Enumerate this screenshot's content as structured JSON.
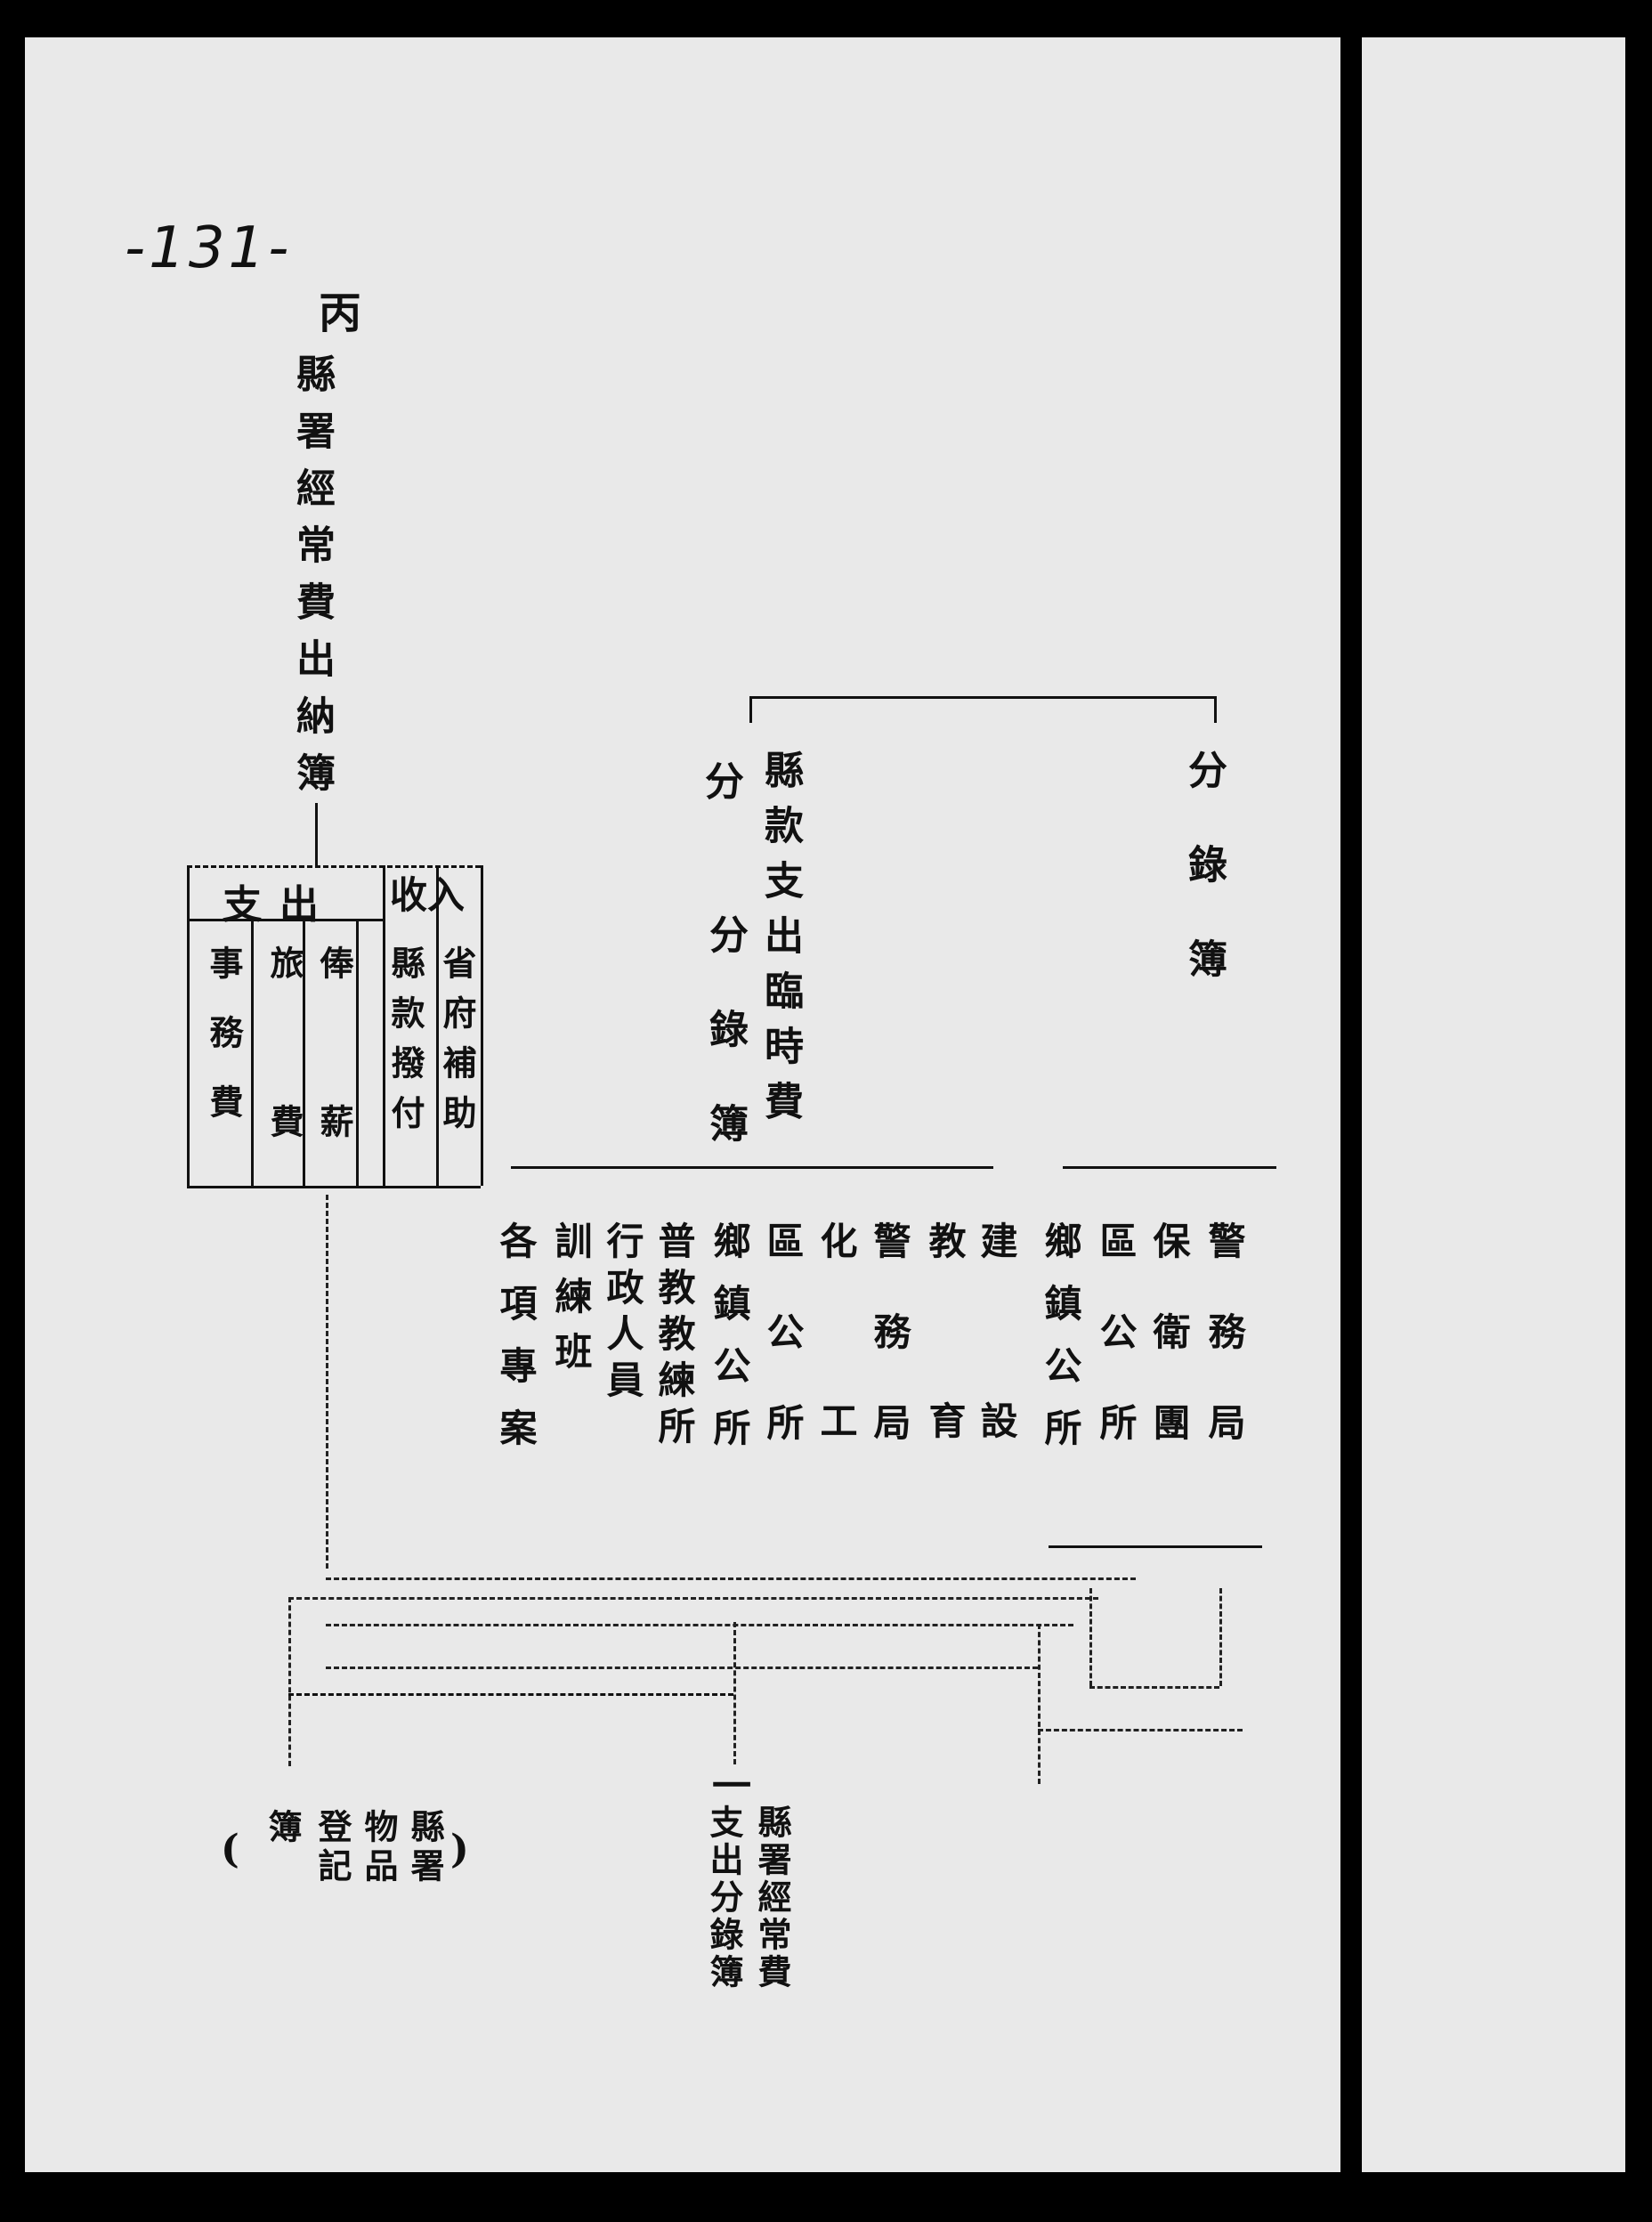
{
  "page_number": "-131-",
  "section_mark": "丙",
  "title": "縣署經常費出納簿",
  "ledger_box": {
    "header_income": "收入",
    "header_expense": "支出",
    "columns": [
      "省府補助",
      "縣款撥付",
      "俸薪",
      "旅費",
      "事務費"
    ]
  },
  "right_top": {
    "left_branch": {
      "label": "縣款支出臨時費",
      "sub": "分錄簿",
      "prefix": "分"
    },
    "right_branch": {
      "label": "分錄簿"
    }
  },
  "items_left": [
    "建設",
    "教育",
    "警務局",
    "化工",
    "區公所",
    "鄉鎮公所",
    "普教教練所",
    "行政人員",
    "訓練班",
    "各項專案"
  ],
  "items_right": [
    "警務局",
    "保衛團",
    "區公所",
    "鄉鎮公所"
  ],
  "bottom_left": {
    "open": "(",
    "lines": [
      "縣署",
      "物品",
      "登記",
      "簿"
    ],
    "close": ")"
  },
  "bottom_center": {
    "mark": "一",
    "lines": [
      "縣署經常費",
      "支出分錄簿"
    ]
  }
}
